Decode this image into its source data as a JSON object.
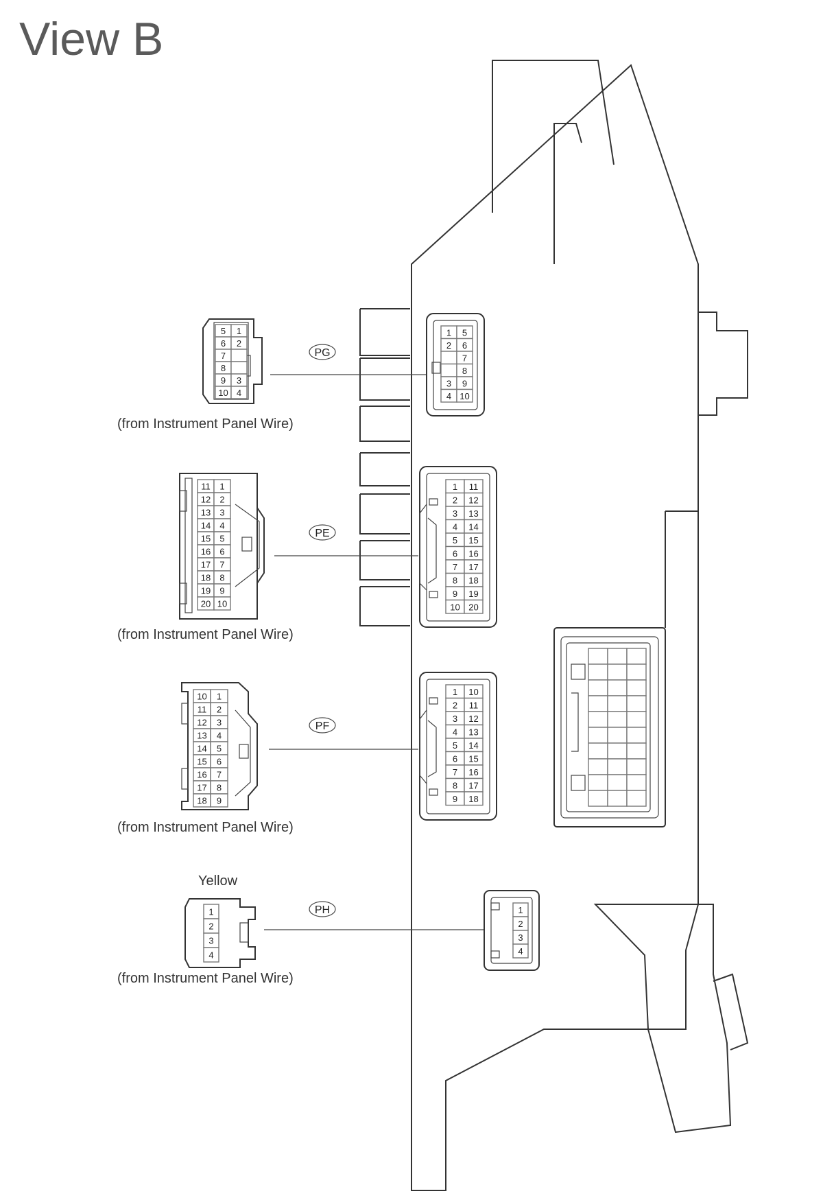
{
  "title": "View B",
  "connectors": [
    {
      "id": "PG",
      "source": "(from Instrument Panel Wire)"
    },
    {
      "id": "PE",
      "source": "(from Instrument Panel Wire)"
    },
    {
      "id": "PF",
      "source": "(from Instrument Panel Wire)"
    },
    {
      "id": "PH",
      "source": "(from Instrument Panel Wire)",
      "color_label": "Yellow"
    }
  ],
  "pinouts": {
    "PG_harness": [
      [
        "5",
        "1"
      ],
      [
        "6",
        "2"
      ],
      [
        "7",
        ""
      ],
      [
        "8",
        ""
      ],
      [
        "9",
        "3"
      ],
      [
        "10",
        "4"
      ]
    ],
    "PG_block": [
      [
        "1",
        "5"
      ],
      [
        "2",
        "6"
      ],
      [
        "",
        "7"
      ],
      [
        "",
        "8"
      ],
      [
        "3",
        "9"
      ],
      [
        "4",
        "10"
      ]
    ],
    "PE_harness": [
      [
        "11",
        "1"
      ],
      [
        "12",
        "2"
      ],
      [
        "13",
        "3"
      ],
      [
        "14",
        "4"
      ],
      [
        "15",
        "5"
      ],
      [
        "16",
        "6"
      ],
      [
        "17",
        "7"
      ],
      [
        "18",
        "8"
      ],
      [
        "19",
        "9"
      ],
      [
        "20",
        "10"
      ]
    ],
    "PE_block": [
      [
        "1",
        "11"
      ],
      [
        "2",
        "12"
      ],
      [
        "3",
        "13"
      ],
      [
        "4",
        "14"
      ],
      [
        "5",
        "15"
      ],
      [
        "6",
        "16"
      ],
      [
        "7",
        "17"
      ],
      [
        "8",
        "18"
      ],
      [
        "9",
        "19"
      ],
      [
        "10",
        "20"
      ]
    ],
    "PF_harness": [
      [
        "10",
        "1"
      ],
      [
        "11",
        "2"
      ],
      [
        "12",
        "3"
      ],
      [
        "13",
        "4"
      ],
      [
        "14",
        "5"
      ],
      [
        "15",
        "6"
      ],
      [
        "16",
        "7"
      ],
      [
        "17",
        "8"
      ],
      [
        "18",
        "9"
      ]
    ],
    "PF_block": [
      [
        "1",
        "10"
      ],
      [
        "2",
        "11"
      ],
      [
        "3",
        "12"
      ],
      [
        "4",
        "13"
      ],
      [
        "5",
        "14"
      ],
      [
        "6",
        "15"
      ],
      [
        "7",
        "16"
      ],
      [
        "8",
        "17"
      ],
      [
        "9",
        "18"
      ]
    ],
    "PH_harness": [
      [
        "1"
      ],
      [
        "2"
      ],
      [
        "3"
      ],
      [
        "4"
      ]
    ],
    "PH_block": [
      [
        "1"
      ],
      [
        "2"
      ],
      [
        "3"
      ],
      [
        "4"
      ]
    ]
  }
}
